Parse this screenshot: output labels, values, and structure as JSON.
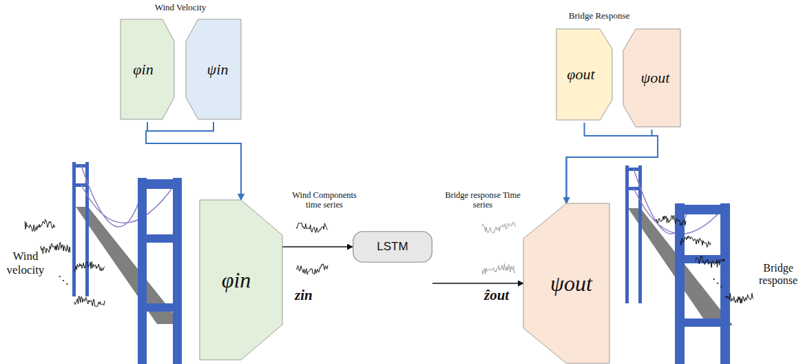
{
  "diagram": {
    "nodes": [
      {
        "text": [
          "φin"
        ]
      },
      {
        "text": [
          "ψin"
        ]
      },
      {
        "text": [
          "φout"
        ]
      },
      {
        "text": [
          "ψout"
        ]
      },
      {
        "text": [
          "φin"
        ]
      },
      {
        "text": [
          "LSTM"
        ]
      },
      {
        "text": [
          "ψout"
        ]
      }
    ],
    "edges": [
      {
        "from": 0,
        "to": 4,
        "arrow": "to"
      },
      {
        "from": 1,
        "to": 4,
        "arrow": "to"
      },
      {
        "from": 2,
        "to": 6,
        "arrow": "to"
      },
      {
        "from": 3,
        "to": 6,
        "arrow": "to"
      },
      {
        "from": 4,
        "to": 5,
        "arrow": "to"
      },
      {
        "from": 5,
        "to": 6,
        "arrow": "to"
      }
    ],
    "labels": [
      "Wind Velocity",
      "Bridge Response",
      "Wind velocity",
      "Wind Components time series",
      "zin",
      "Bridge response Time series",
      "ẑout",
      "Bridge response",
      "⋱",
      "⋱"
    ]
  }
}
